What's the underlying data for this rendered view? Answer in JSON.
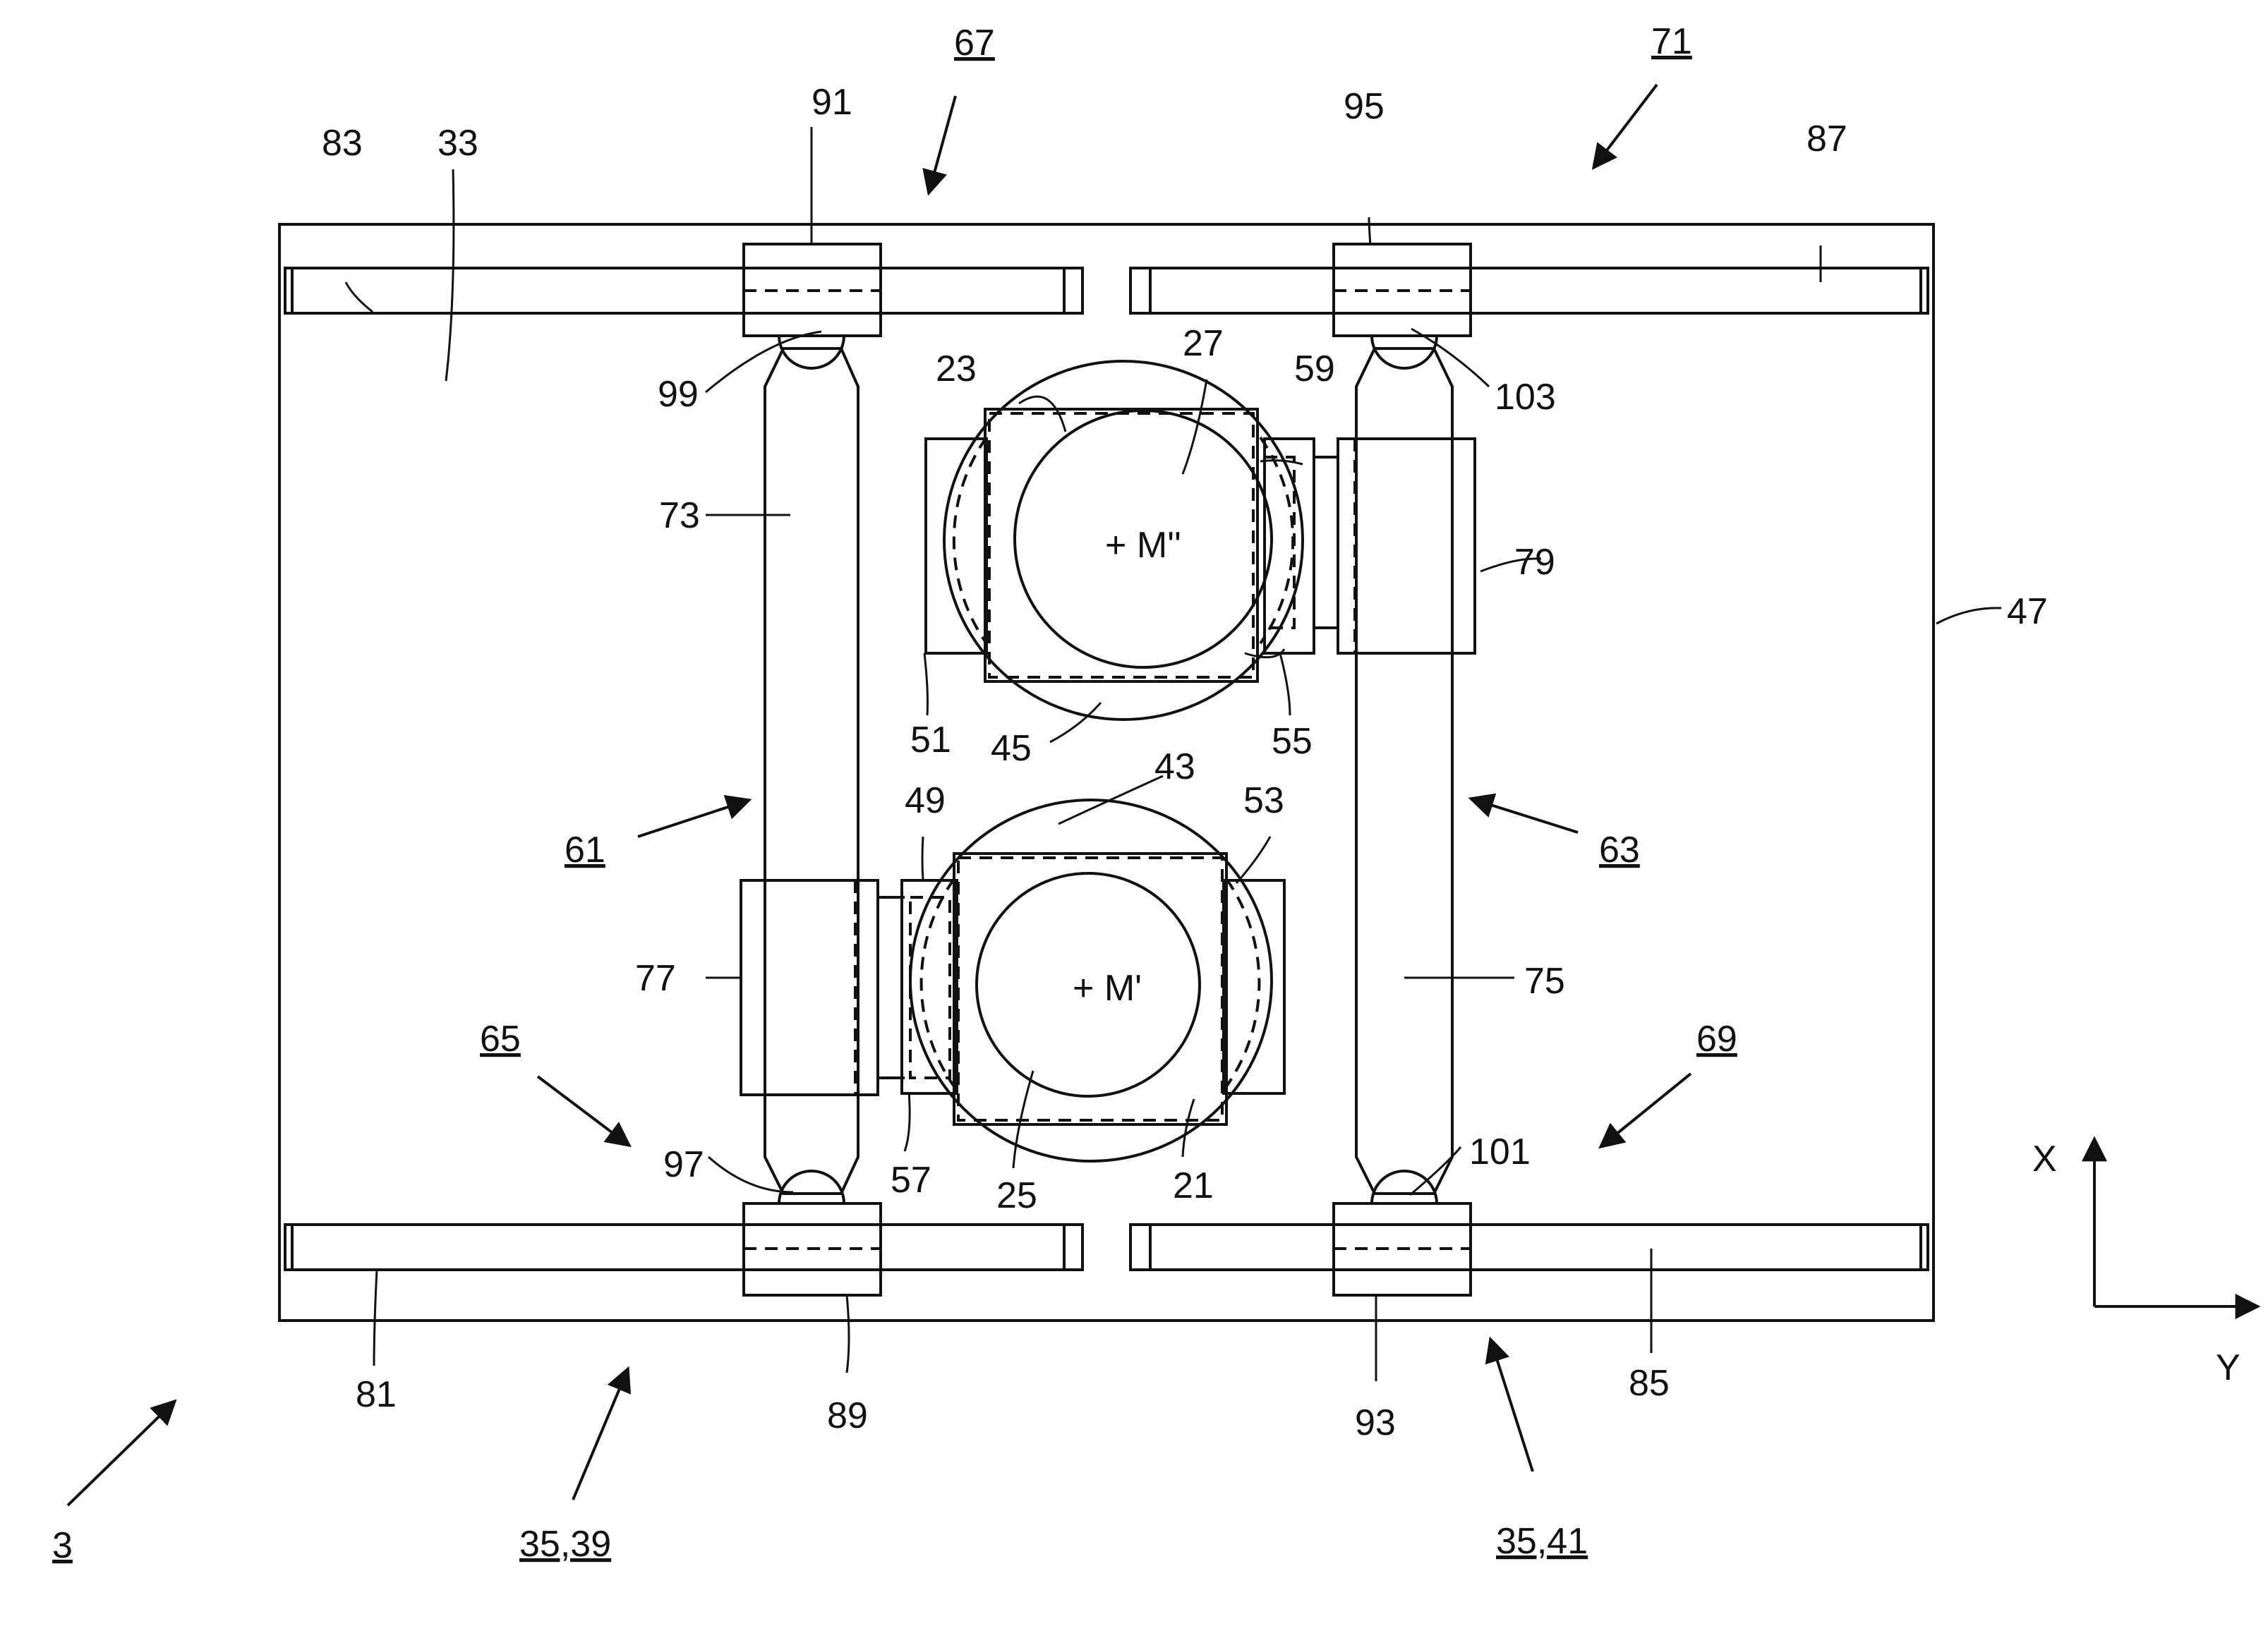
{
  "figure": {
    "reference_numerals": {
      "n3": "3",
      "n21": "21",
      "n23": "23",
      "n25": "25",
      "n27": "27",
      "n33": "33",
      "n35_39": "35,39",
      "n35_41": "35,41",
      "n43": "43",
      "n45": "45",
      "n47": "47",
      "n49": "49",
      "n51": "51",
      "n53": "53",
      "n55": "55",
      "n57": "57",
      "n59": "59",
      "n61": "61",
      "n63": "63",
      "n65": "65",
      "n67": "67",
      "n69": "69",
      "n71": "71",
      "n73": "73",
      "n75": "75",
      "n77": "77",
      "n79": "79",
      "n81": "81",
      "n83": "83",
      "n85": "85",
      "n87": "87",
      "n89": "89",
      "n91": "91",
      "n93": "93",
      "n95": "95",
      "n97": "97",
      "n99": "99",
      "n101": "101",
      "n103": "103"
    },
    "centers": {
      "upper": "+ M''",
      "lower": "+ M'"
    },
    "axes": {
      "x": "X",
      "y": "Y"
    }
  }
}
